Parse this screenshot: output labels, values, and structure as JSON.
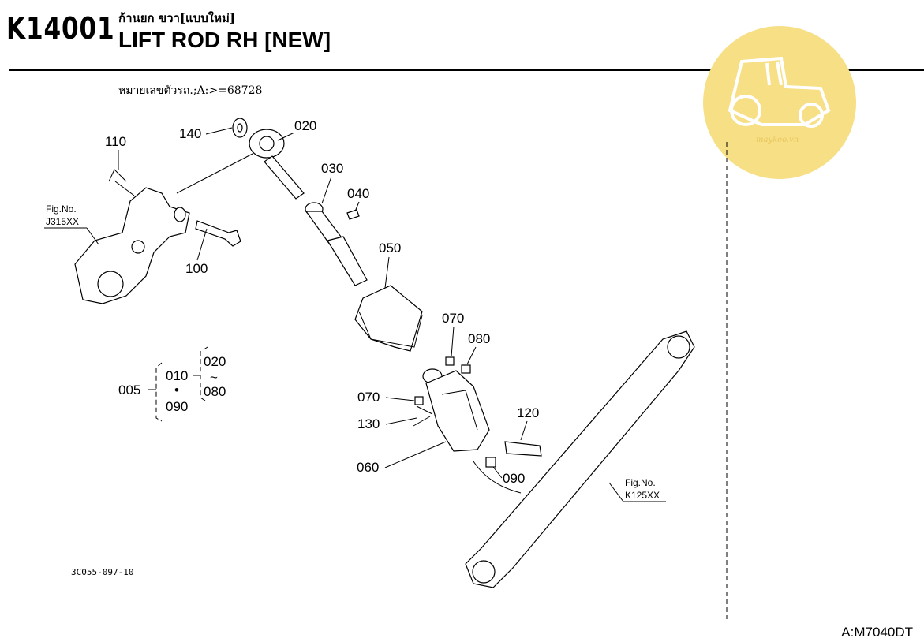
{
  "header": {
    "code": "K14001",
    "thai_title": "ก้านยก ขวา[แบบใหม่]",
    "english_title": "LIFT ROD RH [NEW]",
    "serial_note": "หมายเลขตัวรถ.;A:>=68728"
  },
  "watermark": {
    "text": "maykeo.vn",
    "color": "#f7df86"
  },
  "callouts": [
    "140",
    "020",
    "110",
    "030",
    "040",
    "050",
    "100",
    "070",
    "080",
    "070",
    "130",
    "120",
    "060",
    "090"
  ],
  "fig_refs": [
    {
      "line1": "Fig.No.",
      "line2": "J315XX"
    },
    {
      "line1": "Fig.No.",
      "line2": "K125XX"
    }
  ],
  "assembly": {
    "main": "005",
    "sub": "010",
    "range_start": "020",
    "range_end": "080",
    "extra": "090",
    "tilde": "~",
    "dot": "•"
  },
  "drawing_ref": "3C055-097-10",
  "model": "A:M7040DT"
}
